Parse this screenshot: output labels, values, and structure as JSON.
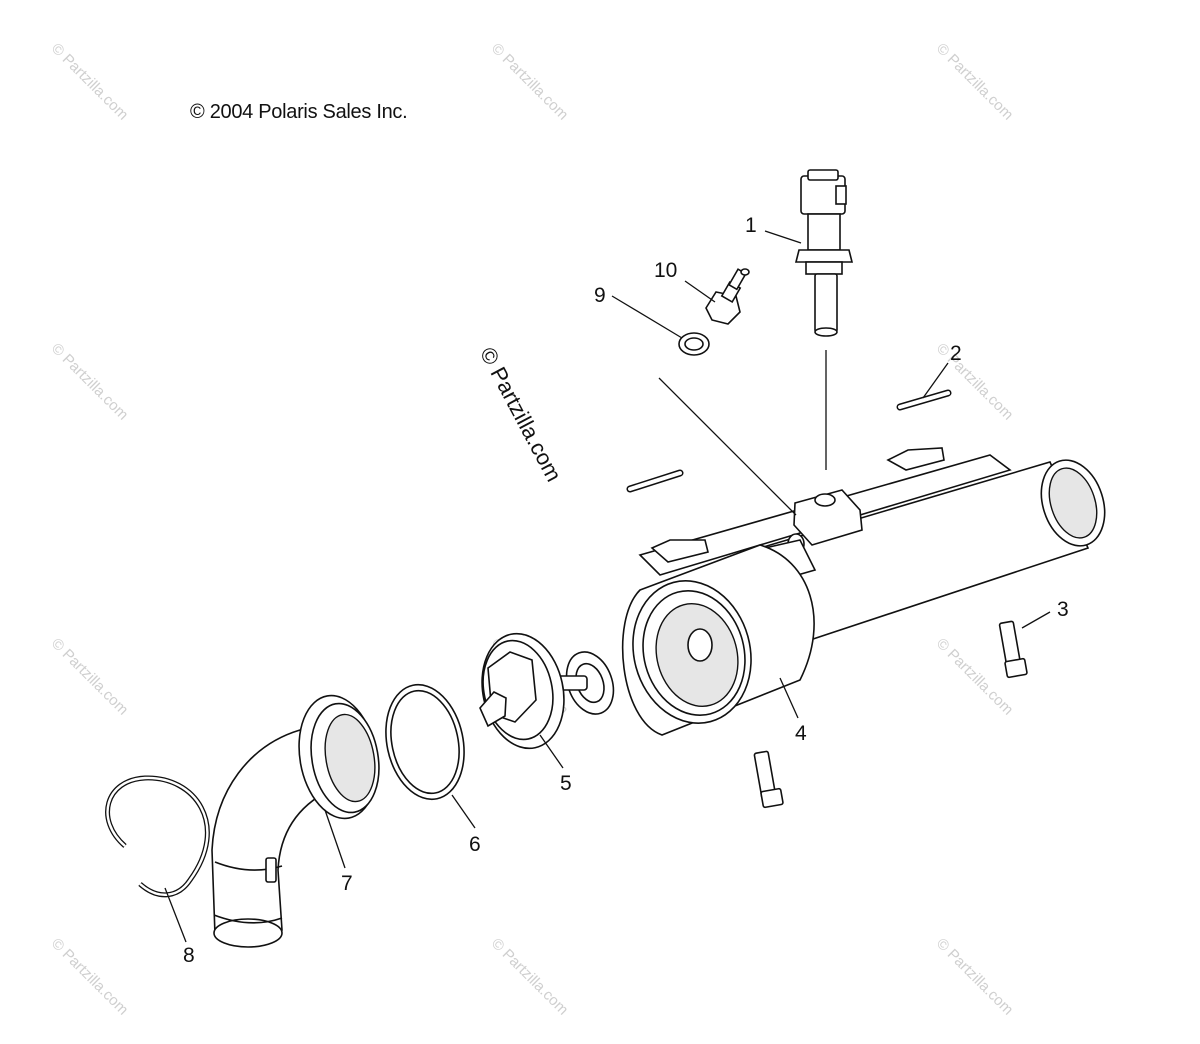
{
  "copyright": "© 2004 Polaris Sales Inc.",
  "watermarks": {
    "small": "© Partzilla.com",
    "center": "© Partzilla.com"
  },
  "callouts": [
    {
      "id": "1",
      "label": "1"
    },
    {
      "id": "2",
      "label": "2"
    },
    {
      "id": "3",
      "label": "3"
    },
    {
      "id": "4",
      "label": "4"
    },
    {
      "id": "5",
      "label": "5"
    },
    {
      "id": "6",
      "label": "6"
    },
    {
      "id": "7",
      "label": "7"
    },
    {
      "id": "8",
      "label": "8"
    },
    {
      "id": "9",
      "label": "9"
    },
    {
      "id": "10",
      "label": "10"
    }
  ]
}
